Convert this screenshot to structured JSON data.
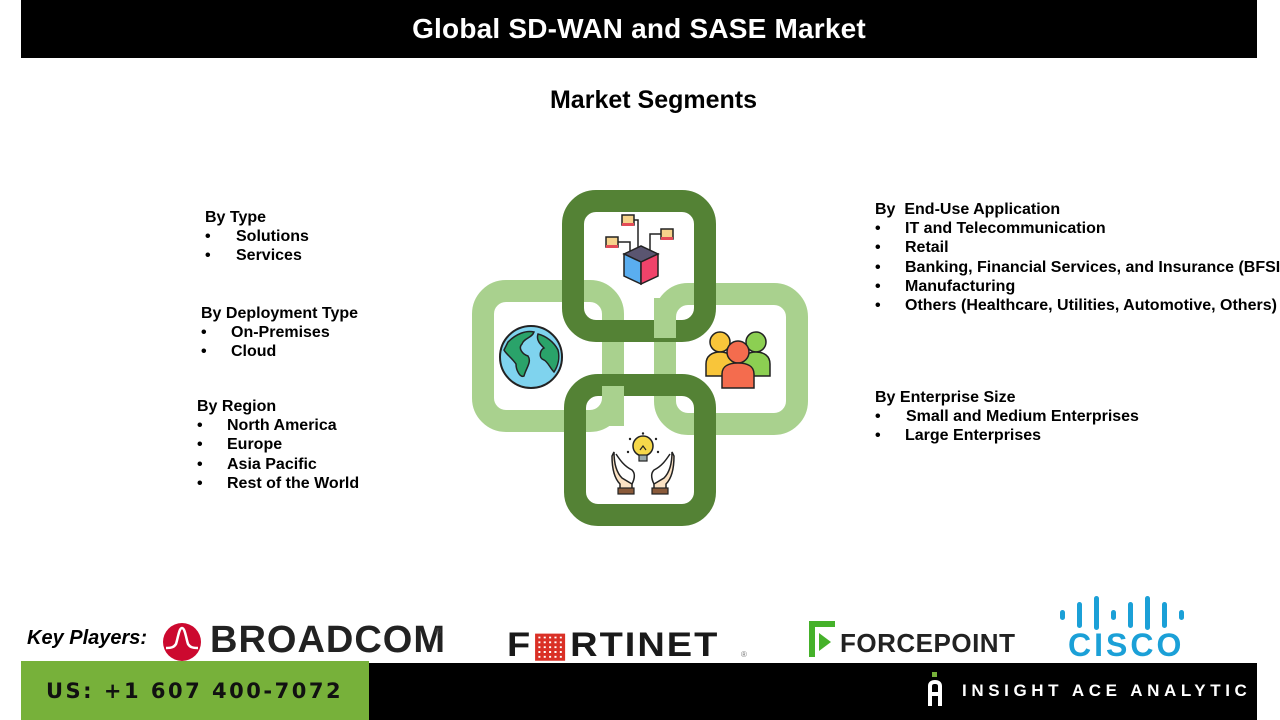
{
  "header": {
    "title": "Global SD-WAN and SASE Market"
  },
  "subtitle": "Market Segments",
  "segments": {
    "type": {
      "title": "By Type",
      "items": [
        "Solutions",
        "Services"
      ]
    },
    "deployment": {
      "title": "By Deployment Type",
      "items": [
        "On-Premises",
        "Cloud"
      ]
    },
    "region": {
      "title": "By Region",
      "items": [
        "North America",
        "Europe",
        "Asia Pacific",
        "Rest of the World"
      ]
    },
    "end_use": {
      "title": "By  End-Use Application",
      "items": [
        "IT and Telecommunication",
        "Retail",
        "Banking, Financial Services, and Insurance (BFSI",
        "Manufacturing",
        "Others (Healthcare, Utilities, Automotive, Others)"
      ]
    },
    "enterprise_size": {
      "title": "By Enterprise Size",
      "items": [
        "Small and Medium Enterprises",
        "Large Enterprises"
      ]
    }
  },
  "bullet": "•",
  "graphic": {
    "icons": [
      "network-cube-icon",
      "globe-icon",
      "people-group-icon",
      "idea-hands-icon"
    ],
    "colors": {
      "dark_green": "#548235",
      "light_green": "#a9d18e"
    }
  },
  "key_players": {
    "label": "Key Players:",
    "logos": [
      {
        "name": "BROADCOM",
        "color": "#cc092f",
        "registered": "®"
      },
      {
        "name": "FRTINET",
        "display": "FORTINET",
        "color": "#da3026",
        "registered": "®"
      },
      {
        "name": "FORCEPOINT",
        "color": "#45b12a"
      },
      {
        "name": "CISCO",
        "color": "#1ba0d7"
      }
    ]
  },
  "footer": {
    "phone": "US: +1 607 400-7072",
    "brand": "INSIGHT ACE ANALYTIC",
    "colors": {
      "green": "#77b13a",
      "black": "#000000"
    }
  }
}
